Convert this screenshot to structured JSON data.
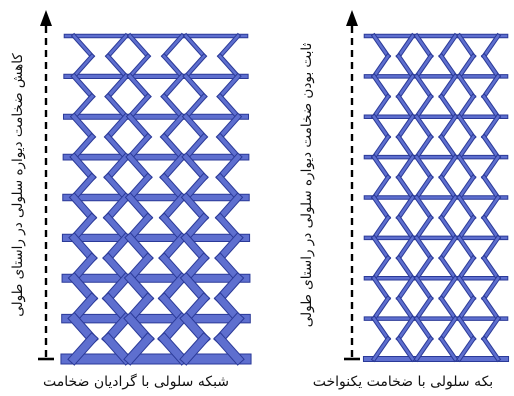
{
  "colors": {
    "cell_fill": "#5e6fcf",
    "cell_edge": "#2b3a98",
    "background": "#ffffff",
    "arrow": "#000000"
  },
  "left_panel": {
    "caption": "شبکه سلولی با گرادیان ضخامت",
    "axis_label": "کاهش ضخامت دیواره سلولی در راستای طولی",
    "wall_thickness": "graded (thicker at bottom)"
  },
  "right_panel": {
    "caption": "بکه سلولی با ضخامت یکنواخت",
    "axis_label": "ثابت بودن ضخامت دیواره سلولی در راستای طولی",
    "wall_thickness": "uniform"
  },
  "lattice": {
    "type": "re-entrant auxetic honeycomb",
    "columns": 3,
    "cell_rows": 8
  },
  "icons": {
    "arrow": "dashed-up-arrow-icon"
  }
}
